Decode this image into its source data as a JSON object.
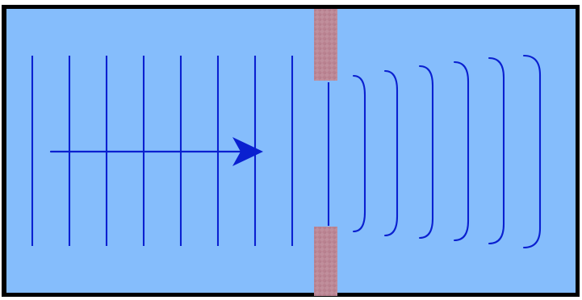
{
  "diagram": {
    "colors": {
      "background": "#85BDFC",
      "frame": "#000000",
      "wave": "#0A20D0",
      "barrier": "#B98290"
    },
    "plane_wavefront_count": 8,
    "diffracted_wavefront_count": 6,
    "direction": "propagation-arrow-right"
  }
}
